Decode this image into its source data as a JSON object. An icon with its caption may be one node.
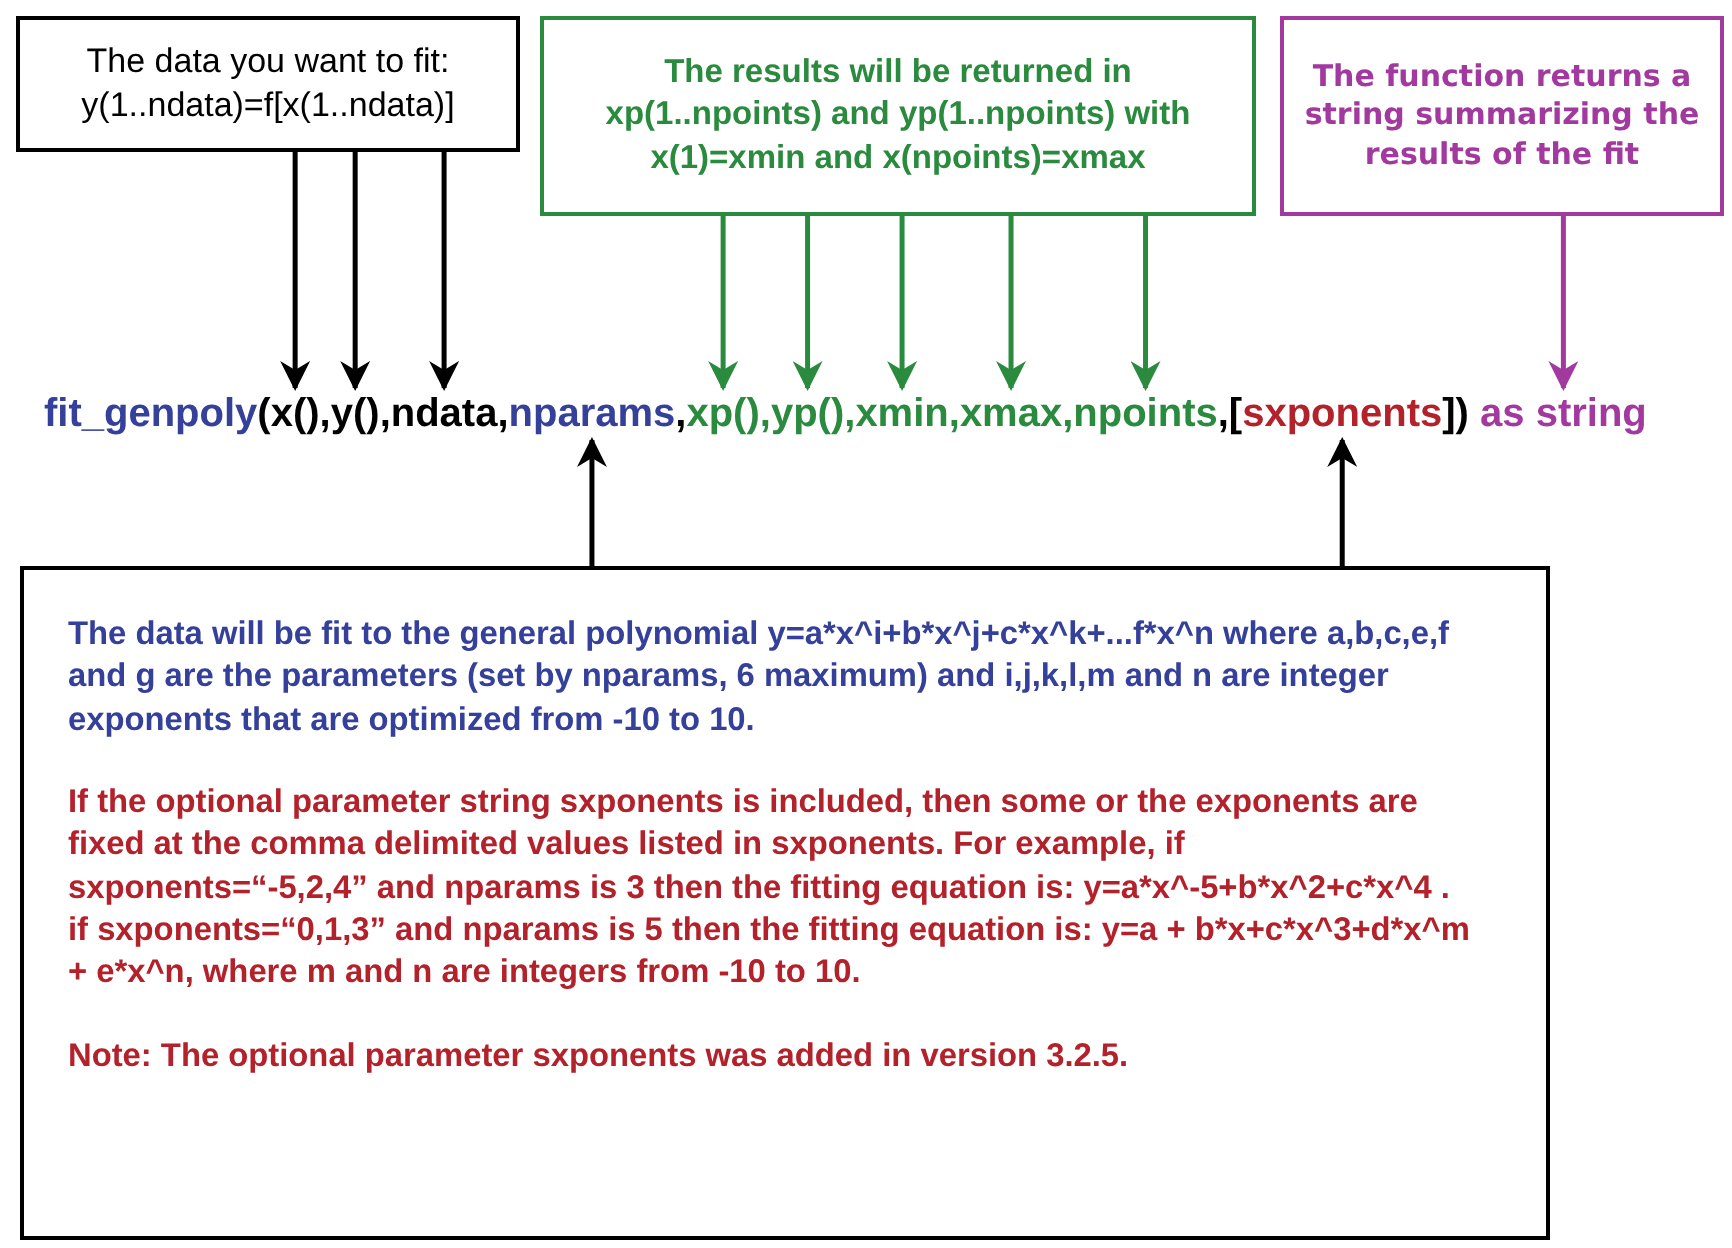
{
  "diagram": {
    "nodes": [
      {
        "text": [
          "The data you want to fit: y(1..ndata)=f[x(1..ndata)]"
        ]
      },
      {
        "text": [
          "The results will be returned in xp(1..npoints) and yp(1..npoints) with x(1)=xmin and x(npoints)=xmax"
        ]
      },
      {
        "text": [
          "The function returns a string summarizing the results of the fit"
        ]
      },
      {
        "text": [
          "x()"
        ]
      },
      {
        "text": [
          "y()"
        ]
      },
      {
        "text": [
          "ndata"
        ]
      },
      {
        "text": [
          "nparams"
        ]
      },
      {
        "text": [
          "xp()"
        ]
      },
      {
        "text": [
          "yp()"
        ]
      },
      {
        "text": [
          "xmin"
        ]
      },
      {
        "text": [
          "xmax"
        ]
      },
      {
        "text": [
          "npoints"
        ]
      },
      {
        "text": [
          "sxponents"
        ]
      },
      {
        "text": [
          "as string"
        ]
      },
      {
        "text": [
          "The data will be fit to the general polynomial y=a*x^i+b*x^j+c*x^k+...f*x^n where a,b,c,e,f and g are the parameters (set by nparams, 6 maximum) and i,j,k,l,m and n are integer exponents that are optimized from -10 to 10.",
          "If the optional parameter string sxponents is included, then some or the exponents are fixed at the comma delimited values listed in sxponents. For example, if sxponents=“-5,2,4” and nparams is 3 then the fitting equation is: y=a*x^-5+b*x^2+c*x^4 . if sxponents=“0,1,3” and nparams is 5 then the fitting equation is: y=a + b*x+c*x^3+d*x^m + e*x^n, where m and n are integers from -10 to 10.",
          "Note:  The optional parameter sxponents was added in version 3.2.5."
        ]
      }
    ],
    "edges": [
      {
        "from": 0,
        "to": 3,
        "arrow": "to"
      },
      {
        "from": 0,
        "to": 4,
        "arrow": "to"
      },
      {
        "from": 0,
        "to": 5,
        "arrow": "to"
      },
      {
        "from": 1,
        "to": 7,
        "arrow": "to",
        "color": "#2a8a3e"
      },
      {
        "from": 1,
        "to": 8,
        "arrow": "to",
        "color": "#2a8a3e"
      },
      {
        "from": 1,
        "to": 9,
        "arrow": "to",
        "color": "#2a8a3e"
      },
      {
        "from": 1,
        "to": 10,
        "arrow": "to",
        "color": "#2a8a3e"
      },
      {
        "from": 1,
        "to": 11,
        "arrow": "to",
        "color": "#2a8a3e"
      },
      {
        "from": 2,
        "to": 13,
        "arrow": "to",
        "color": "#a2399f"
      },
      {
        "from": 14,
        "to": 6,
        "arrow": "to"
      },
      {
        "from": 14,
        "to": 12,
        "arrow": "to"
      }
    ],
    "labels": [
      "fit_genpoly",
      "(",
      ",",
      ",",
      ",",
      ",",
      ",",
      ",",
      ",",
      ",",
      ",[",
      "])"
    ]
  }
}
